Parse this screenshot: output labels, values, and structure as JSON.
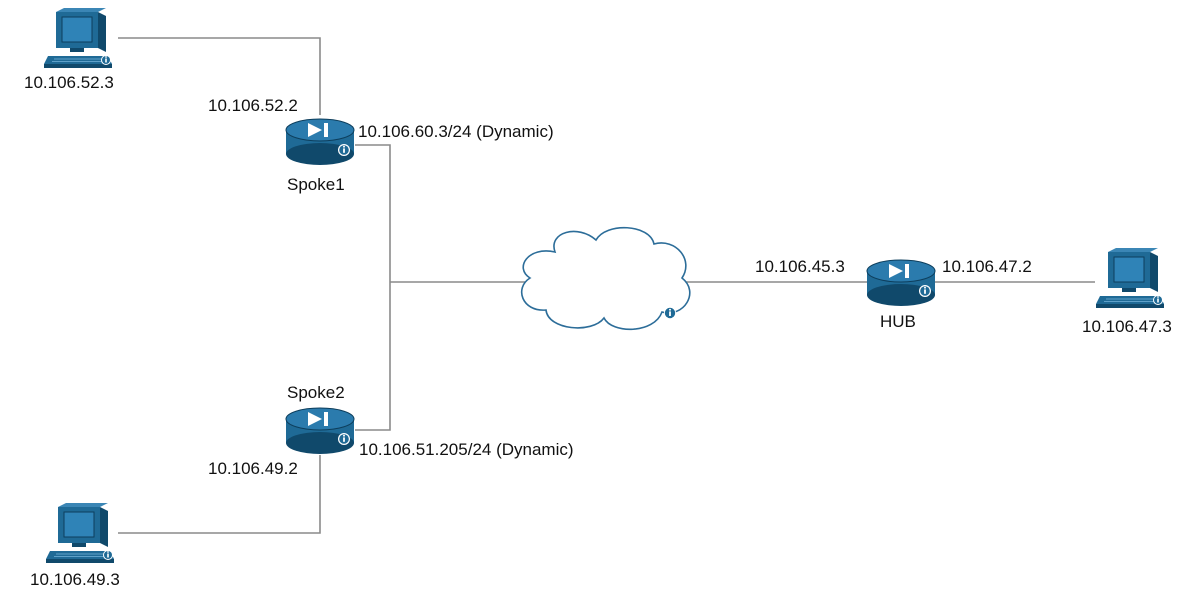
{
  "colors": {
    "device_blue": "#1f6a96",
    "device_dark": "#10496b",
    "link": "#8a8a8a",
    "cloud_stroke": "#2c6d99"
  },
  "icons": {
    "pc": "computer-icon",
    "router": "router-icon",
    "cloud": "cloud-icon",
    "info": "info-icon"
  },
  "devices": {
    "pc_top": {
      "ip": "10.106.52.3"
    },
    "spoke1": {
      "name": "Spoke1",
      "lan_ip": "10.106.52.2",
      "wan_ip": "10.106.60.3/24 (Dynamic)"
    },
    "spoke2": {
      "name": "Spoke2",
      "lan_ip": "10.106.49.2",
      "wan_ip": "10.106.51.205/24 (Dynamic)"
    },
    "pc_bottom": {
      "ip": "10.106.49.3"
    },
    "hub": {
      "name": "HUB",
      "wan_ip": "10.106.45.3",
      "lan_ip": "10.106.47.2"
    },
    "pc_right": {
      "ip": "10.106.47.3"
    }
  }
}
